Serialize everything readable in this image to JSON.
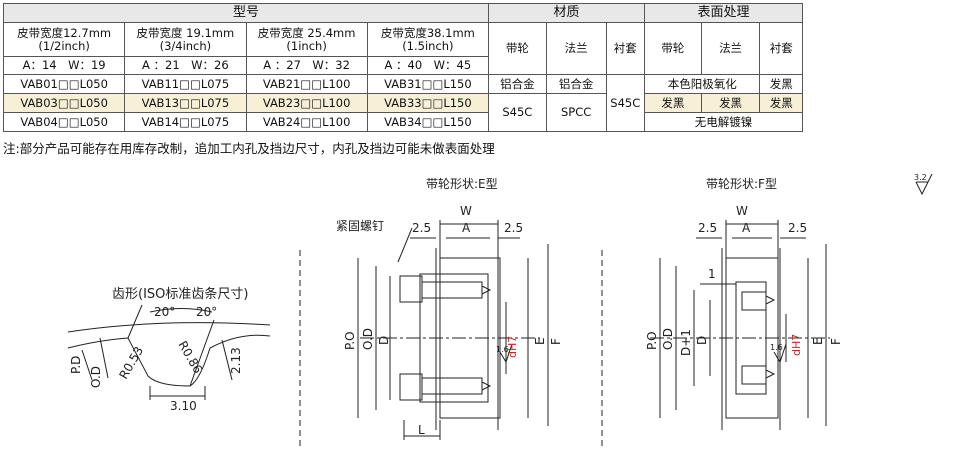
{
  "table": {
    "group_model": "型号",
    "group_material": "材质",
    "group_surface": "表面处理",
    "widths": [
      {
        "t1": "皮带宽度12.7mm",
        "t2": "(1/2inch)",
        "aw": "A：14　W：19"
      },
      {
        "t1": "皮带宽度 19.1mm",
        "t2": "(3/4inch)",
        "aw": "A ：21　W：26"
      },
      {
        "t1": "皮带宽度 25.4mm",
        "t2": "(1inch)",
        "aw": "A ：27　W：32"
      },
      {
        "t1": "皮带宽度38.1mm",
        "t2": "(1.5inch)",
        "aw": "A ：40　W：45"
      }
    ],
    "mat_cols": [
      "带轮",
      "法兰",
      "衬套"
    ],
    "surf_cols": [
      "带轮",
      "法兰",
      "衬套"
    ],
    "rows": [
      {
        "models": [
          "VAB01□□L050",
          "VAB11□□L075",
          "VAB21□□L100",
          "VAB31□□L150"
        ]
      },
      {
        "models": [
          "VAB03□□L050",
          "VAB13□□L075",
          "VAB23□□L100",
          "VAB33□□L150"
        ]
      },
      {
        "models": [
          "VAB04□□L050",
          "VAB14□□L075",
          "VAB24□□L100",
          "VAB34□□L150"
        ]
      }
    ],
    "mat": {
      "r1_pulley": "铝合金",
      "r1_flange": "铝合金",
      "r23_pulley": "S45C",
      "r23_flange": "SPCC",
      "bush": "S45C"
    },
    "surf": {
      "r1_pf": "本色阳极氧化",
      "r1_bush": "发黑",
      "r2_pulley": "发黑",
      "r2_flange": "发黑",
      "r2_bush": "发黑",
      "r3_all": "无电解镀镍"
    }
  },
  "note": "注:部分产品可能存在用库存改制，追加工内孔及挡边尺寸，内孔及挡边可能未做表面处理",
  "drawings": {
    "tooth": {
      "title": "齿形(ISO标准齿条尺寸)",
      "angle_l": "20°",
      "angle_r": "20°",
      "r1": "R0.53",
      "r2": "R0.86",
      "h": "2.13",
      "pitch": "3.10",
      "pd": "P.D",
      "od": "O.D"
    },
    "e": {
      "title": "带轮形状:E型",
      "screw": "紧固螺钉",
      "w": "W",
      "a": "A",
      "s1": "2.5",
      "s2": "2.5",
      "po": "P.O",
      "od": "O.D",
      "d": "D",
      "e": "E",
      "f": "F",
      "dh": "dH7",
      "rough": "1.6",
      "l": "L"
    },
    "f": {
      "title": "带轮形状:F型",
      "w": "W",
      "a": "A",
      "s1": "2.5",
      "s2": "2.5",
      "one": "1",
      "po": "P.O",
      "od": "O.D",
      "d1": "D+1",
      "d": "D",
      "e": "E",
      "f": "F",
      "dh": "dH7",
      "rough": "1.6"
    },
    "roughness": "3.2"
  }
}
